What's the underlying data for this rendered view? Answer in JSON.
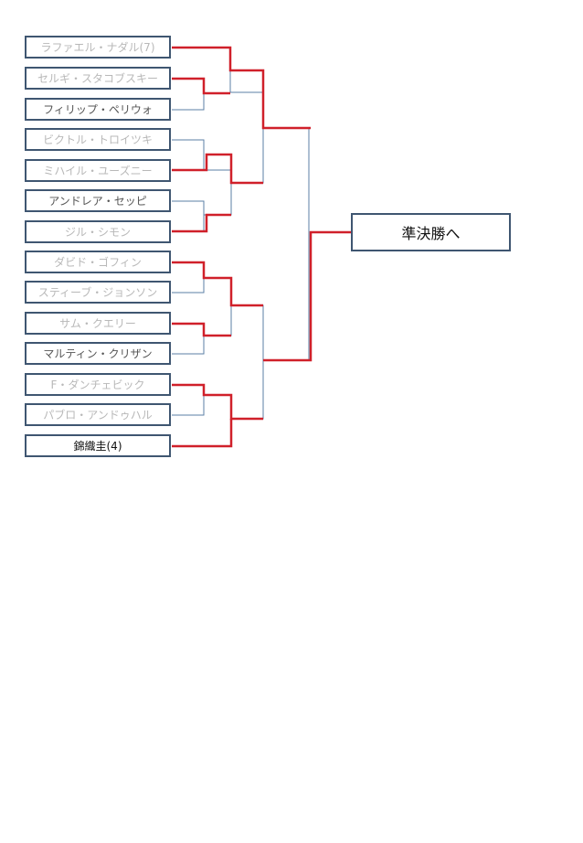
{
  "players": [
    {
      "name": "ラファエル・ナダル(7)",
      "status": "lost"
    },
    {
      "name": "セルギ・スタコブスキー",
      "status": "lost"
    },
    {
      "name": "フィリップ・ペリウォ",
      "status": "adv"
    },
    {
      "name": "ビクトル・トロイツキ",
      "status": "lost"
    },
    {
      "name": "ミハイル・ユーズニー",
      "status": "lost"
    },
    {
      "name": "アンドレア・セッピ",
      "status": "adv"
    },
    {
      "name": "ジル・シモン",
      "status": "lost"
    },
    {
      "name": "ダビド・ゴフィン",
      "status": "lost"
    },
    {
      "name": "スティーブ・ジョンソン",
      "status": "lost"
    },
    {
      "name": "サム・クエリー",
      "status": "lost"
    },
    {
      "name": "マルティン・クリザン",
      "status": "adv"
    },
    {
      "name": "F・ダンチェビック",
      "status": "lost"
    },
    {
      "name": "パブロ・アンドゥハル",
      "status": "lost"
    },
    {
      "name": "錦織圭(4)",
      "status": "top"
    }
  ],
  "semifinal_label": "準決勝へ",
  "colors": {
    "box_border": "#3f5671",
    "thin_line": "#5b7fa6",
    "winner_line": "#d0202a",
    "lost_text": "#b8b8b8",
    "adv_text": "#555555",
    "top_text": "#111111"
  }
}
